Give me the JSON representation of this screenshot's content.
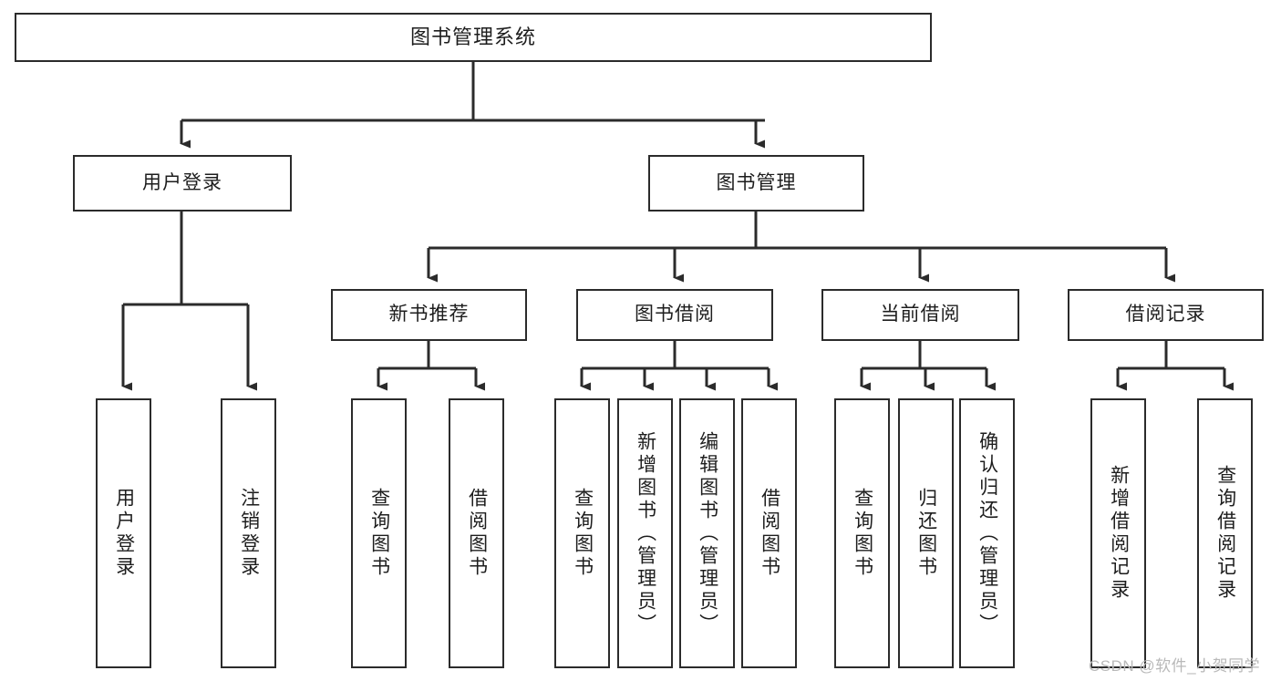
{
  "diagram": {
    "type": "tree-hierarchy",
    "title": "图书管理系统",
    "orientation": "top-down",
    "root": {
      "id": "root",
      "label": "图书管理系统"
    },
    "level2": [
      {
        "id": "user-login",
        "label": "用户登录"
      },
      {
        "id": "book-management",
        "label": "图书管理"
      }
    ],
    "level3": [
      {
        "id": "new-book-recommend",
        "label": "新书推荐",
        "parent": "book-management"
      },
      {
        "id": "book-borrow",
        "label": "图书借阅",
        "parent": "book-management"
      },
      {
        "id": "current-borrow",
        "label": "当前借阅",
        "parent": "book-management"
      },
      {
        "id": "borrow-record",
        "label": "借阅记录",
        "parent": "book-management"
      }
    ],
    "leaves": [
      {
        "id": "leaf-user-login",
        "label": "用户登录",
        "parent": "user-login"
      },
      {
        "id": "leaf-logout",
        "label": "注销登录",
        "parent": "user-login"
      },
      {
        "id": "leaf-query-book-1",
        "label": "查询图书",
        "parent": "new-book-recommend"
      },
      {
        "id": "leaf-borrow-book-1",
        "label": "借阅图书",
        "parent": "new-book-recommend"
      },
      {
        "id": "leaf-query-book-2",
        "label": "查询图书",
        "parent": "book-borrow"
      },
      {
        "id": "leaf-add-book",
        "label": "新增图书（管理员）",
        "parent": "book-borrow"
      },
      {
        "id": "leaf-edit-book",
        "label": "编辑图书（管理员）",
        "parent": "book-borrow"
      },
      {
        "id": "leaf-borrow-book-2",
        "label": "借阅图书",
        "parent": "book-borrow"
      },
      {
        "id": "leaf-query-book-3",
        "label": "查询图书",
        "parent": "current-borrow"
      },
      {
        "id": "leaf-return-book",
        "label": "归还图书",
        "parent": "current-borrow"
      },
      {
        "id": "leaf-confirm-return",
        "label": "确认归还（管理员）",
        "parent": "current-borrow"
      },
      {
        "id": "leaf-add-record",
        "label": "新增借阅记录",
        "parent": "borrow-record"
      },
      {
        "id": "leaf-query-record",
        "label": "查询借阅记录",
        "parent": "borrow-record"
      }
    ]
  },
  "watermark": {
    "text": "CSDN @软件_小贺同学"
  },
  "colors": {
    "stroke": "#2b2b2b",
    "fill": "#ffffff",
    "text": "#1d1d1d",
    "watermark": "#b9b9b9"
  }
}
